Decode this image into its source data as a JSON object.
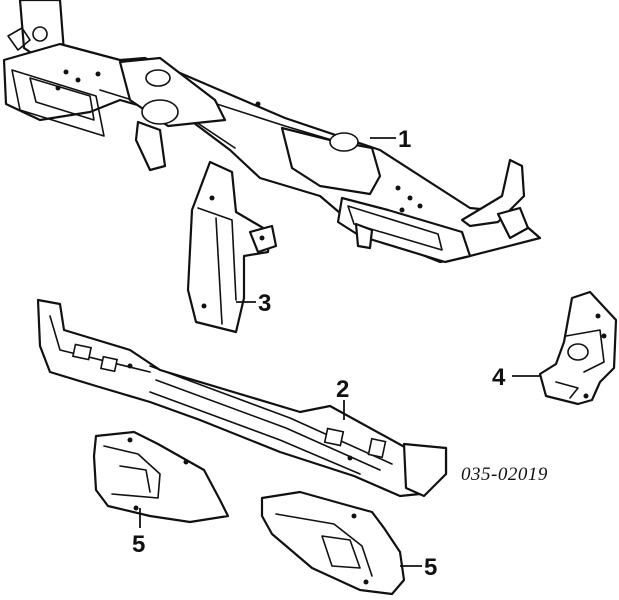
{
  "callouts": {
    "part1": "1",
    "part2": "2",
    "part3": "3",
    "part4": "4",
    "part5_left": "5",
    "part5_right": "5"
  },
  "reference_code": "035-02019"
}
